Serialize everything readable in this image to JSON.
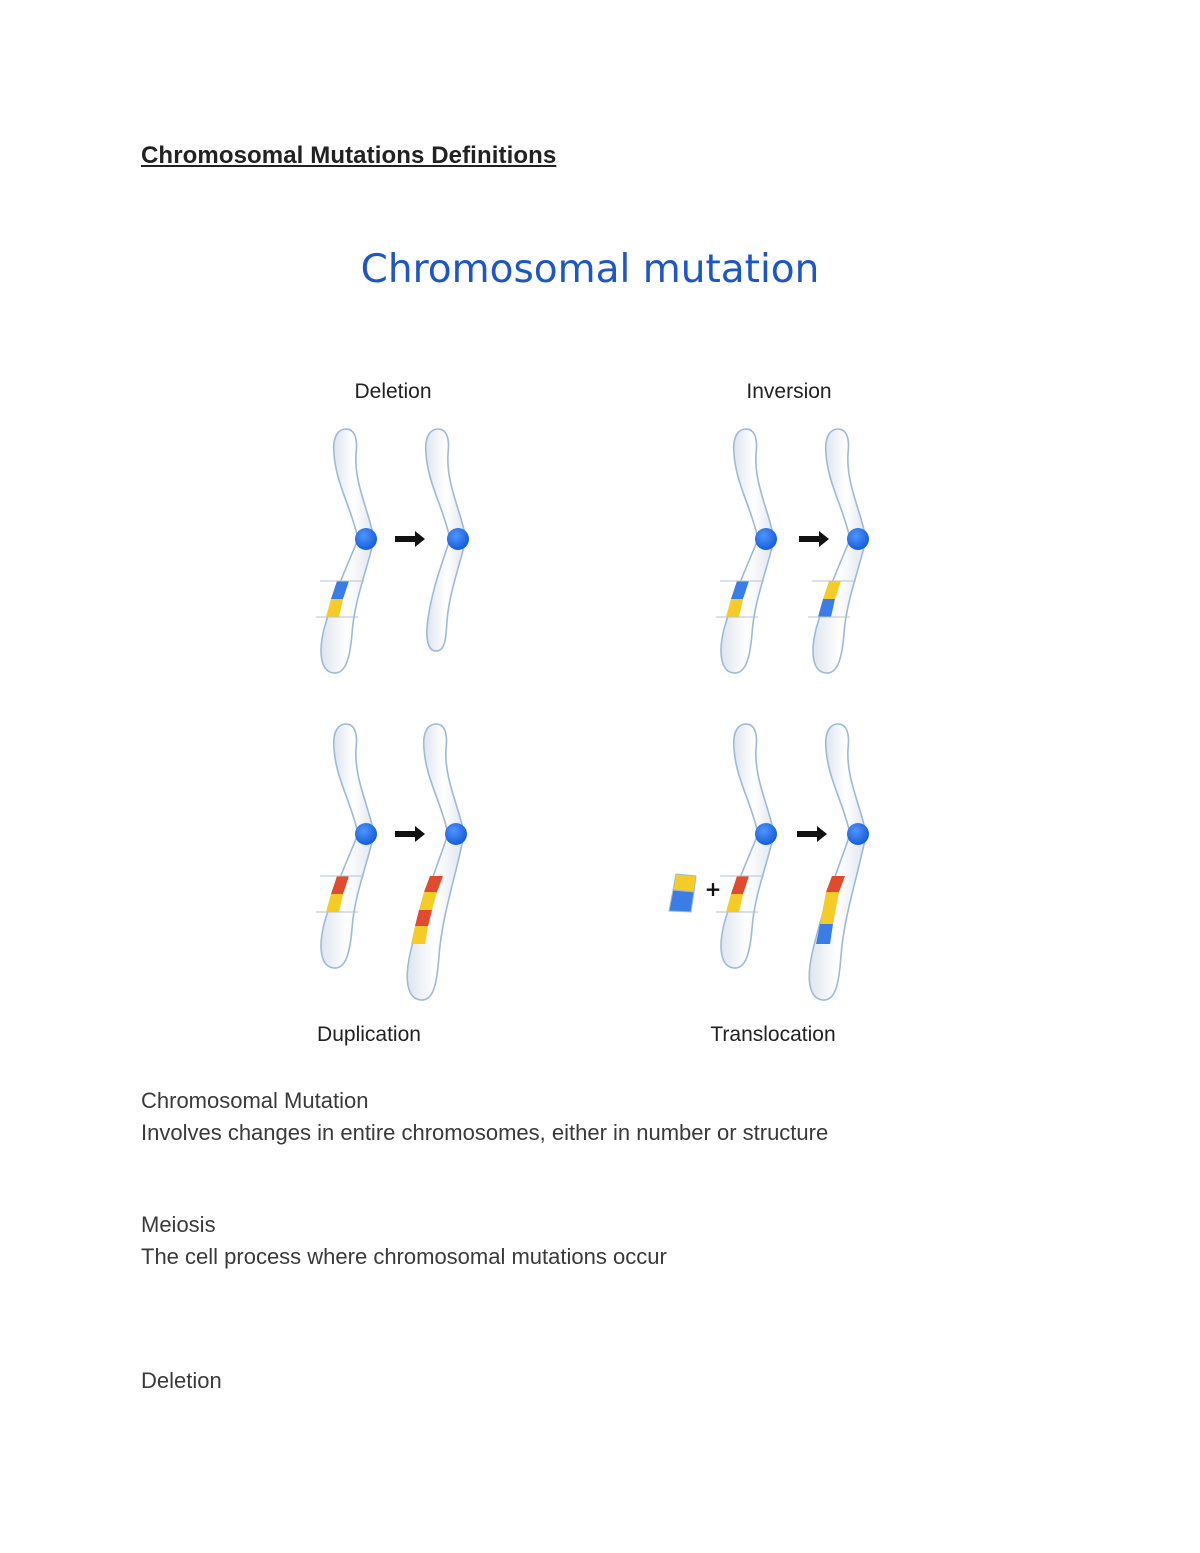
{
  "document": {
    "title": "Chromosomal Mutations Definitions"
  },
  "figure": {
    "title": "Chromosomal mutation",
    "panels": [
      {
        "label": "Deletion"
      },
      {
        "label": "Inversion"
      },
      {
        "label": "Duplication"
      },
      {
        "label": "Translocation"
      }
    ],
    "plus_symbol": "+",
    "colors": {
      "centromere": "#1f6fe6",
      "chromosome_fill": "#eef1f5",
      "chromosome_stroke": "#9fb9d6",
      "band_blue": "#3b7de6",
      "band_yellow": "#f5cc25",
      "band_red": "#e14a2c",
      "title": "#1e56c5"
    }
  },
  "definitions": [
    {
      "term": "Chromosomal Mutation",
      "definition": "Involves changes in entire chromosomes, either in number or structure"
    },
    {
      "term": "Meiosis",
      "definition": "The cell process where chromosomal mutations occur"
    },
    {
      "term": "Deletion",
      "definition": ""
    }
  ]
}
